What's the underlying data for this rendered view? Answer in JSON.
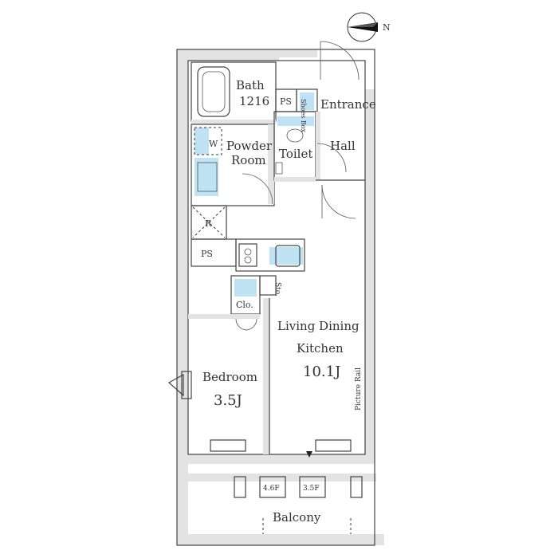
{
  "rooms": {
    "bath": "Bath",
    "bath_size": "1216",
    "ps_top": "PS",
    "shoes_box": "Shoes Box",
    "entrance": "Entrance",
    "washer": "W",
    "powder_room_1": "Powder",
    "powder_room_2": "Room",
    "toilet": "Toilet",
    "hall": "Hall",
    "fridge": "R",
    "ps_left": "PS",
    "storage": "Sto.",
    "closet": "Clo.",
    "ldk_1": "Living Dining",
    "ldk_2": "Kitchen",
    "ldk_size": "10.1J",
    "bedroom": "Bedroom",
    "bedroom_size": "3.5J",
    "picture_rail": "Picture Rail",
    "unit_a": "4.6F",
    "unit_b": "3.5F",
    "balcony": "Balcony"
  },
  "compass": {
    "label": "N"
  },
  "colors": {
    "fixture_blue": "#bfe3f2",
    "wall_gray": "#e3e3e3",
    "line": "#444444"
  }
}
